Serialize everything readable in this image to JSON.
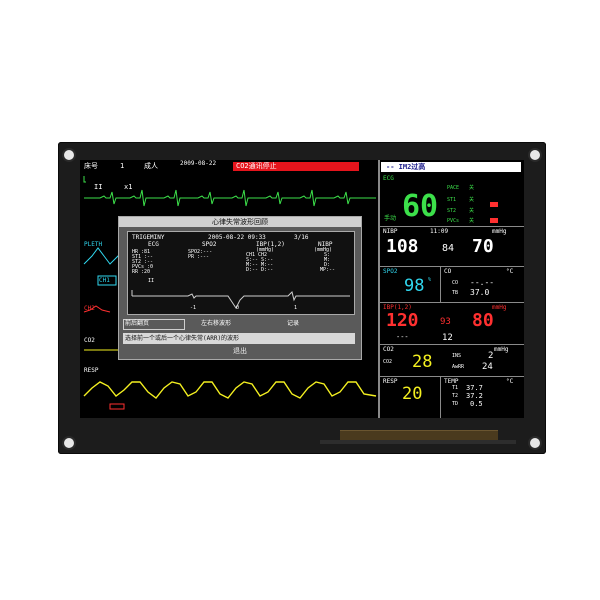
{
  "top_bar": {
    "bed_label": "床号",
    "bed_value": "1",
    "patient_type": "成人",
    "datetime": "2009-08-22",
    "alarm_message": "CO2通讯停止",
    "lead_label": "II",
    "gain_label": "x1"
  },
  "waveforms": {
    "pleth_label": "PLETH",
    "ch1_label": "CH1",
    "ch2_label": "CH2",
    "co2_label": "CO2",
    "resp_label": "RESP"
  },
  "dialog": {
    "title": "心律失常波形回顾",
    "event": "TRIGEMINY",
    "event_datetime": "2005-08-22 09:33",
    "page": "3/16",
    "columns": [
      "ECG",
      "SPO2",
      "IBP(1,2)",
      "NIBP"
    ],
    "ecg_rows": [
      "HR :81",
      "ST1 :--",
      "ST2 :--",
      "PVCs :0",
      "RR :20"
    ],
    "spo2_rows": [
      "SPO2:---",
      "PR :---"
    ],
    "ibp_rows": [
      "(mmHg)",
      "CH1  CH2",
      "S:--  S:--",
      "M:--  M:--",
      "D:--  D:--"
    ],
    "nibp_rows": [
      "(mmHg)",
      "S:",
      "M:",
      "D:",
      "MP:--"
    ],
    "wave_lead": "II",
    "scale_marks": [
      "-1",
      "0",
      "1"
    ],
    "field_1": "前后翻页",
    "field_2": "左右移波形",
    "field_3": "记录",
    "info_text": "选择前一个或后一个心律失常(ARR)的波形",
    "exit_label": "退出"
  },
  "right_panel": {
    "alarm_text": "-- IM2过高",
    "ecg": {
      "label": "ECG",
      "hr": "60",
      "mode": "手动",
      "pace_label": "PACE",
      "pace_value": "关",
      "st1_label": "ST1",
      "st1_value": "关",
      "st2_label": "ST2",
      "st2_value": "关",
      "pvcs_label": "PVCs",
      "pvcs_value": "关"
    },
    "nibp": {
      "label": "NIBP",
      "time": "11:09",
      "unit": "mmHg",
      "sys": "108",
      "mean": "84",
      "dia": "70"
    },
    "spo2": {
      "label": "SPO2",
      "value": "98",
      "unit": "%"
    },
    "co": {
      "label": "CO",
      "unit": "°C",
      "co_label": "CO",
      "co_value": "--.--",
      "tb_label": "TB",
      "tb_value": "37.0"
    },
    "ibp": {
      "label": "IBP(1,2)",
      "unit": "mmHg",
      "sys": "120",
      "mean": "93",
      "dia": "80",
      "dash": "---",
      "second_value": "12"
    },
    "co2": {
      "label": "CO2",
      "unit": "mmHg",
      "sub_label": "CO2",
      "value": "28",
      "ins_label": "INS",
      "ins_value": "2",
      "awrr_label": "AwRR",
      "awrr_value": "24"
    },
    "resp": {
      "label": "RESP",
      "value": "20"
    },
    "temp": {
      "label": "TEMP",
      "unit": "°C",
      "t1_label": "T1",
      "t1_value": "37.7",
      "t2_label": "T2",
      "t2_value": "37.2",
      "td_label": "TD",
      "td_value": "0.5"
    }
  },
  "colors": {
    "green": "#3ce04a",
    "cyan": "#30d8f0",
    "red": "#ff3030",
    "yellow": "#f4f020",
    "alarm_red": "#e5141c"
  }
}
